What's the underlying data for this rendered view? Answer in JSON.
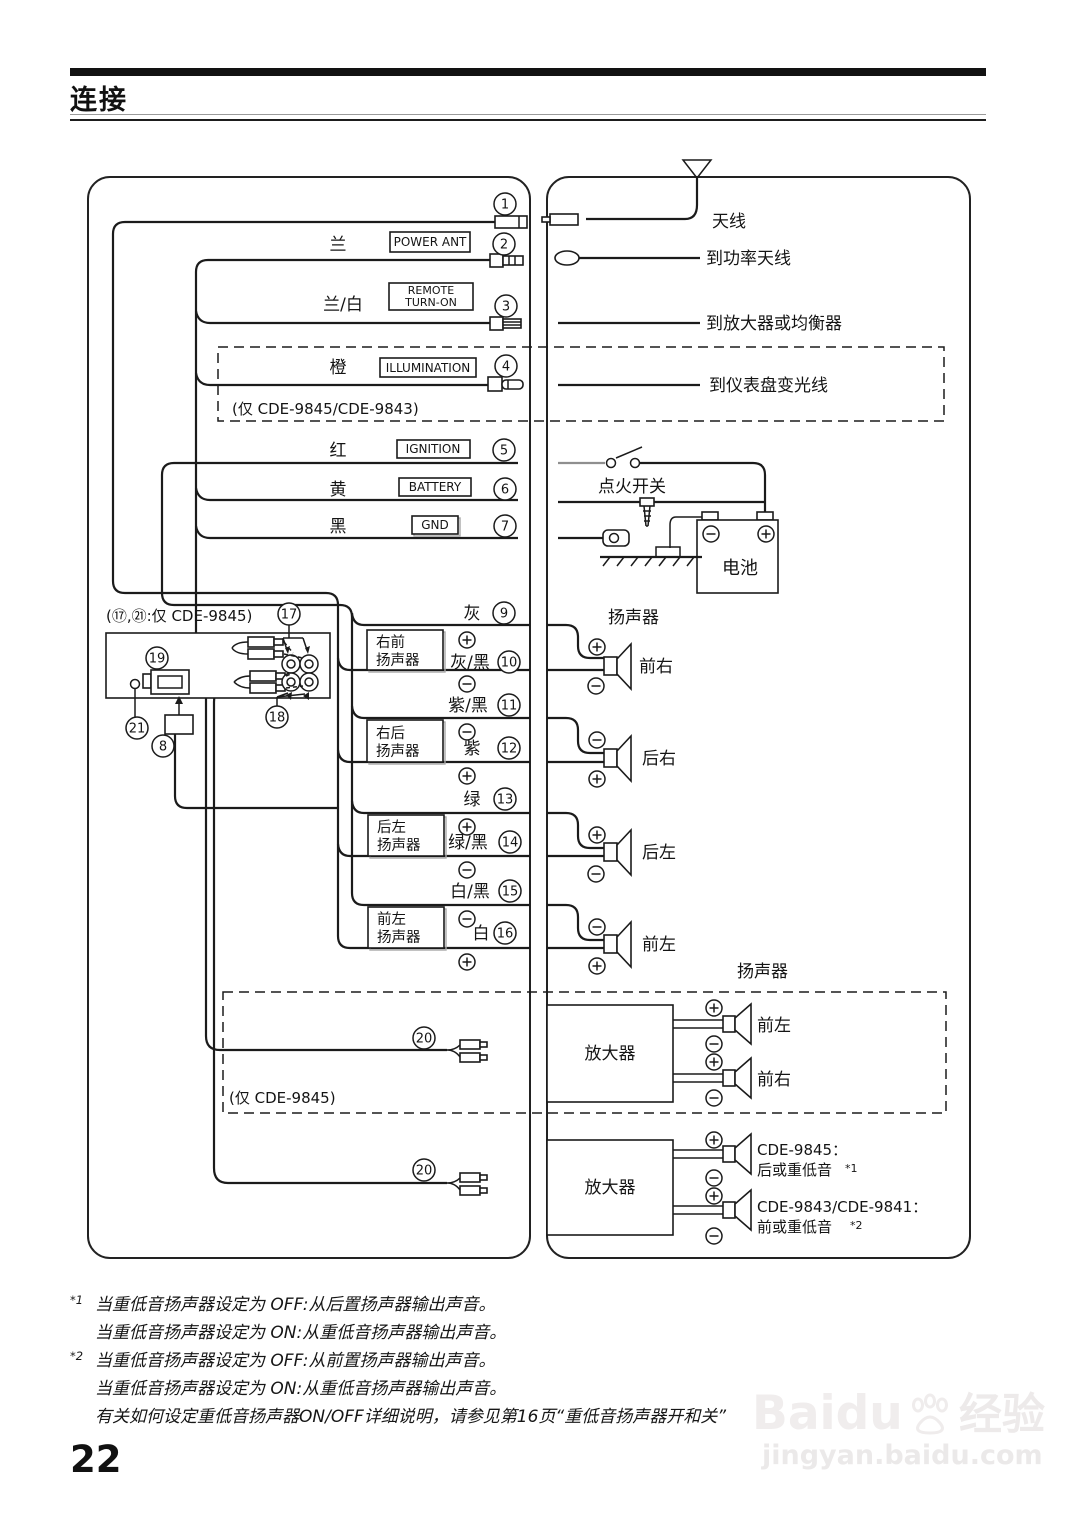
{
  "page": {
    "title": "连接",
    "number": "22"
  },
  "left": {
    "note_top": "(⑰,㉑:仅 CDE-9845)",
    "note_illum": "(仅 CDE-9845/CDE-9843)",
    "note_rca": "(仅 CDE-9845)",
    "wires": {
      "blue": "兰",
      "bluewhite": "兰/白",
      "orange": "橙",
      "red": "红",
      "yellow": "黄",
      "black": "黑",
      "gray": "灰",
      "grayblack": "灰/黑",
      "purpleblack": "紫/黑",
      "purple": "紫",
      "green": "绿",
      "greenblack": "绿/黑",
      "whiteblack": "白/黑",
      "white": "白"
    },
    "tags": {
      "power_ant": "POWER ANT",
      "remote1": "REMOTE",
      "remote2": "TURN-ON",
      "illumination": "ILLUMINATION",
      "ignition": "IGNITION",
      "battery": "BATTERY",
      "gnd": "GND"
    },
    "speaker_boxes": {
      "fr1": "右前",
      "fr2": "扬声器",
      "rr1": "右后",
      "rr2": "扬声器",
      "rl1": "后左",
      "rl2": "扬声器",
      "fl1": "前左",
      "fl2": "扬声器"
    }
  },
  "right": {
    "antenna": "天线",
    "to_power_antenna": "到功率天线",
    "to_amp_eq": "到放大器或均衡器",
    "to_illum": "到仪表盘变光线",
    "ignition_switch": "点火开关",
    "battery": "电池",
    "speakers": "扬声器",
    "speakers2": "扬声器",
    "fr": "前右",
    "rr": "后右",
    "rl": "后左",
    "fl": "前左",
    "amp1": "放大器",
    "amp2": "放大器",
    "amp_fl": "前左",
    "amp_fr": "前右",
    "model1": "CDE-9845：",
    "model1_out": "后或重低音",
    "model1_ref": "*1",
    "model2": "CDE-9843/CDE-9841：",
    "model2_out": "前或重低音",
    "model2_ref": "*2"
  },
  "callouts": {
    "n1": "1",
    "n2": "2",
    "n3": "3",
    "n4": "4",
    "n5": "5",
    "n6": "6",
    "n7": "7",
    "n8": "8",
    "n9": "9",
    "n10": "10",
    "n11": "11",
    "n12": "12",
    "n13": "13",
    "n14": "14",
    "n15": "15",
    "n16": "16",
    "n17": "17",
    "n18": "18",
    "n19": "19",
    "n20": "20",
    "n21": "21"
  },
  "footnotes": {
    "m1": "*1",
    "l1": "当重低音扬声器设定为 OFF:从后置扬声器输出声音。",
    "l2": "当重低音扬声器设定为 ON:从重低音扬声器输出声音。",
    "m2": "*2",
    "l3": "当重低音扬声器设定为 OFF:从前置扬声器输出声音。",
    "l4": "当重低音扬声器设定为 ON:从重低音扬声器输出声音。",
    "l5": "有关如何设定重低音扬声器ON/OFF详细说明，请参见第16页“重低音扬声器开和关”"
  },
  "watermark": {
    "brand": "Baidu",
    "brand_cn": "经验",
    "site": "jingyan.baidu.com"
  }
}
